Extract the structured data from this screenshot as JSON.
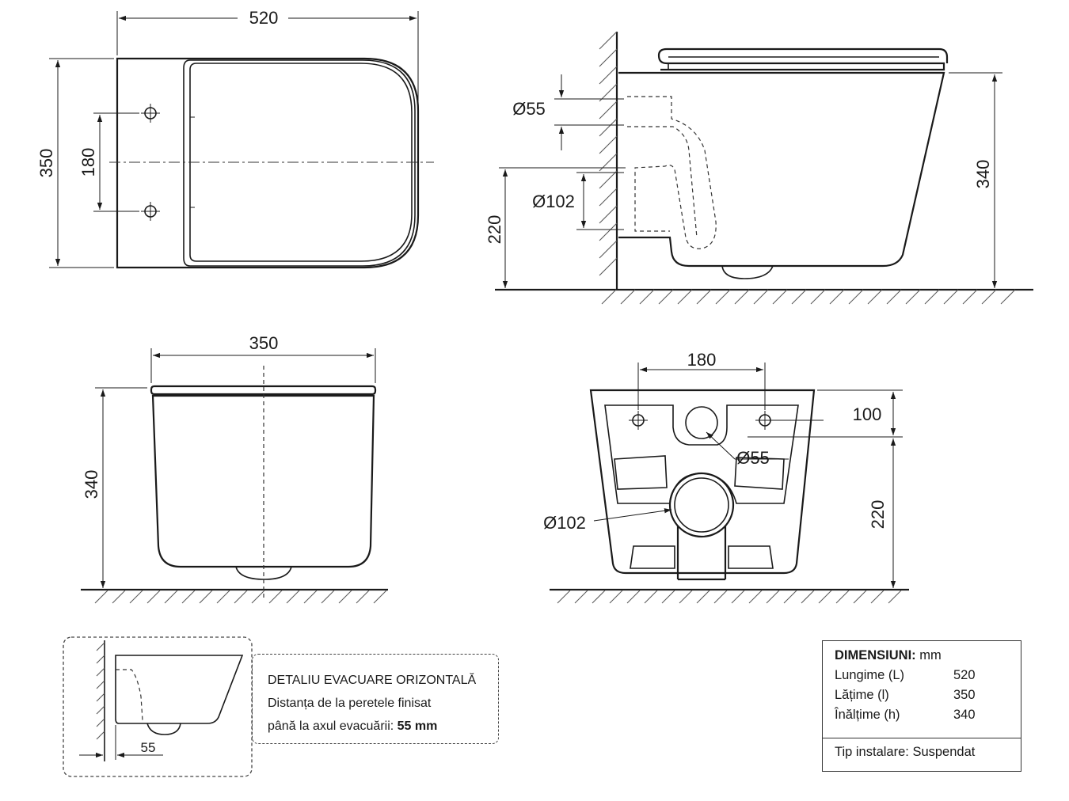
{
  "top_view": {
    "length": "520",
    "width": "350",
    "bolt_spacing": "180"
  },
  "side_view": {
    "inlet_diameter": "Ø55",
    "outlet_diameter": "Ø102",
    "outlet_height": "220",
    "height": "340"
  },
  "front_view": {
    "width": "350",
    "height": "340"
  },
  "rear_view": {
    "bolt_spacing": "180",
    "bolt_height": "100",
    "outlet_height": "220",
    "inlet_diameter": "Ø55",
    "outlet_diameter": "Ø102"
  },
  "detail": {
    "wall_distance": "55",
    "title": "DETALIU EVACUARE ORIZONTALĂ",
    "line1": "Distanța de la peretele finisat",
    "line2_prefix": "până la axul evacuării: ",
    "line2_value": "55 mm"
  },
  "table": {
    "header_label": "DIMENSIUNI:",
    "header_unit": "mm",
    "rows": [
      {
        "label": "Lungime (L)",
        "value": "520"
      },
      {
        "label": "Lățime (l)",
        "value": "350"
      },
      {
        "label": "Înălțime (h)",
        "value": "340"
      }
    ],
    "install_label": "Tip instalare:",
    "install_value": "Suspendat"
  }
}
